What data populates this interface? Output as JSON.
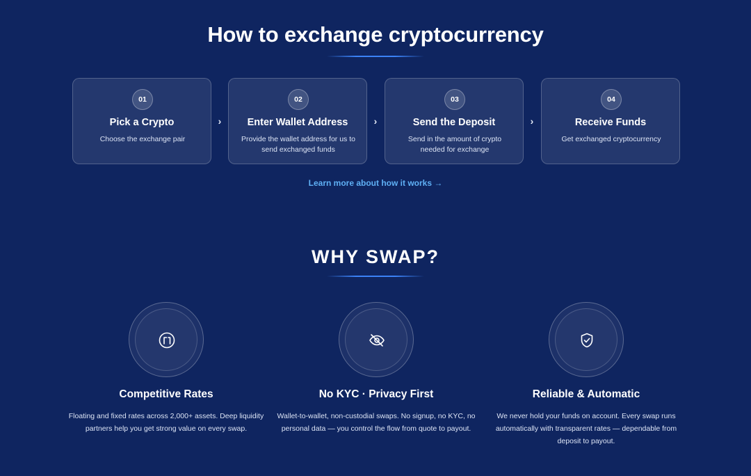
{
  "how": {
    "title": "How to exchange cryptocurrency",
    "steps": [
      {
        "num": "01",
        "title": "Pick a Crypto",
        "desc": "Choose the exchange pair"
      },
      {
        "num": "02",
        "title": "Enter Wallet Address",
        "desc": "Provide the wallet address for us to send exchanged funds"
      },
      {
        "num": "03",
        "title": "Send the Deposit",
        "desc": "Send in the amount of crypto needed for exchange"
      },
      {
        "num": "04",
        "title": "Receive Funds",
        "desc": "Get exchanged cryptocurrency"
      }
    ],
    "chevron": "›",
    "learn_more": "Learn more about how it works →"
  },
  "why": {
    "title": "WHY SWAP?",
    "features": [
      {
        "icon": "rate-frame-icon",
        "title": "Competitive Rates",
        "desc": "Floating and fixed rates across 2,000+ assets. Deep liquidity partners help you get strong value on every swap."
      },
      {
        "icon": "eye-off-icon",
        "title": "No KYC · Privacy First",
        "desc": "Wallet-to-wallet, non-custodial swaps. No signup, no KYC, no personal data — you control the flow from quote to payout."
      },
      {
        "icon": "shield-check-icon",
        "title": "Reliable & Automatic",
        "desc": "We never hold your funds on account. Every swap runs automatically with transparent rates — dependable from deposit to payout."
      }
    ]
  },
  "colors": {
    "background": "#0f2560",
    "accent": "#3b82f6",
    "link": "#5fb0f5"
  }
}
